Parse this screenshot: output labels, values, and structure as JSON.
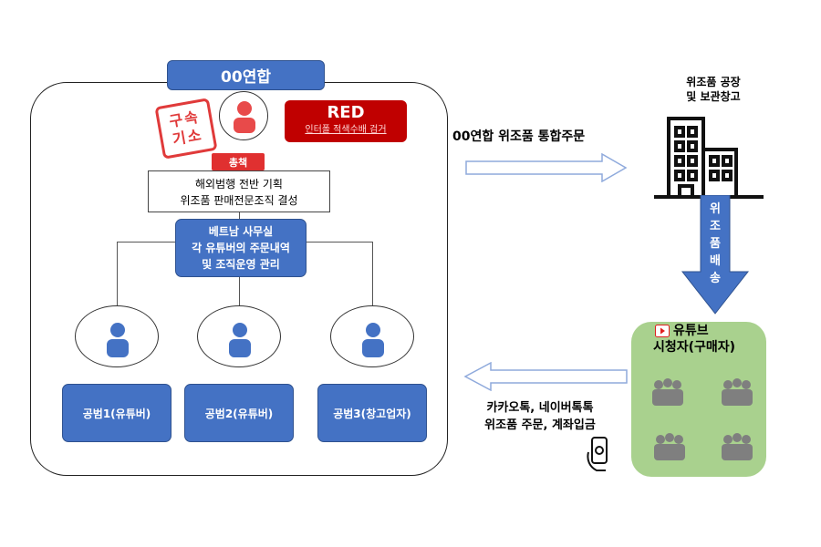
{
  "org": {
    "title": "00연합",
    "stamp": [
      "구속",
      "기소"
    ],
    "red_badge": {
      "main": "RED",
      "sub": "인터폴 적색수배 검거"
    },
    "head_label": "총책",
    "plan_lines": [
      "해외범행 전반 기획",
      "위조품 판매전문조직 결성"
    ],
    "vietnam_lines": [
      "베트남 사무실",
      "각 유튜버의 주문내역",
      "및 조직운영 관리"
    ],
    "accomplices": [
      "공범1(유튜버)",
      "공범2(유튜버)",
      "공범3(창고업자)"
    ]
  },
  "order_label": "00연합 위조품 통합주문",
  "factory": {
    "lines": [
      "위조품 공장",
      "및 보관창고"
    ]
  },
  "shipping_chars": [
    "위",
    "조",
    "품",
    "배",
    "송"
  ],
  "viewer": {
    "lines": [
      "유튜브",
      "시청자(구매자)"
    ]
  },
  "kakao": {
    "lines": [
      "카카오톡, 네이버톡톡",
      "위조품 주문, 계좌입금"
    ]
  },
  "colors": {
    "blue": "#4472c4",
    "red": "#c00000",
    "stamp_red": "#e03a3a",
    "green": "#a9d18e",
    "person_red": "#e84a4a",
    "person_blue": "#4472c4",
    "person_gray": "#7f7f7f"
  }
}
